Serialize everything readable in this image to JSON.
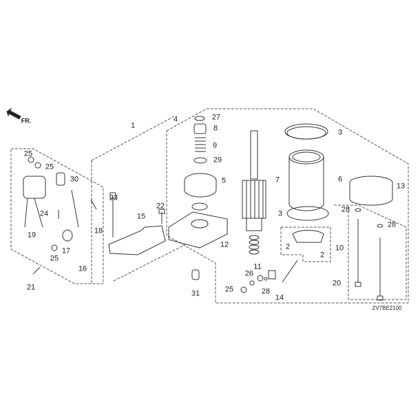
{
  "diagram": {
    "direction_marker": "FR.",
    "diagram_code": "ZV7BE2100",
    "callouts": [
      "1",
      "4",
      "27",
      "8",
      "9",
      "29",
      "5",
      "3",
      "6",
      "13",
      "7",
      "25",
      "25",
      "30",
      "23",
      "22",
      "15",
      "24",
      "18",
      "19",
      "12",
      "28",
      "28",
      "3",
      "10",
      "2",
      "2",
      "17",
      "25",
      "16",
      "11",
      "26",
      "28",
      "25",
      "21",
      "14",
      "20",
      "31"
    ]
  }
}
